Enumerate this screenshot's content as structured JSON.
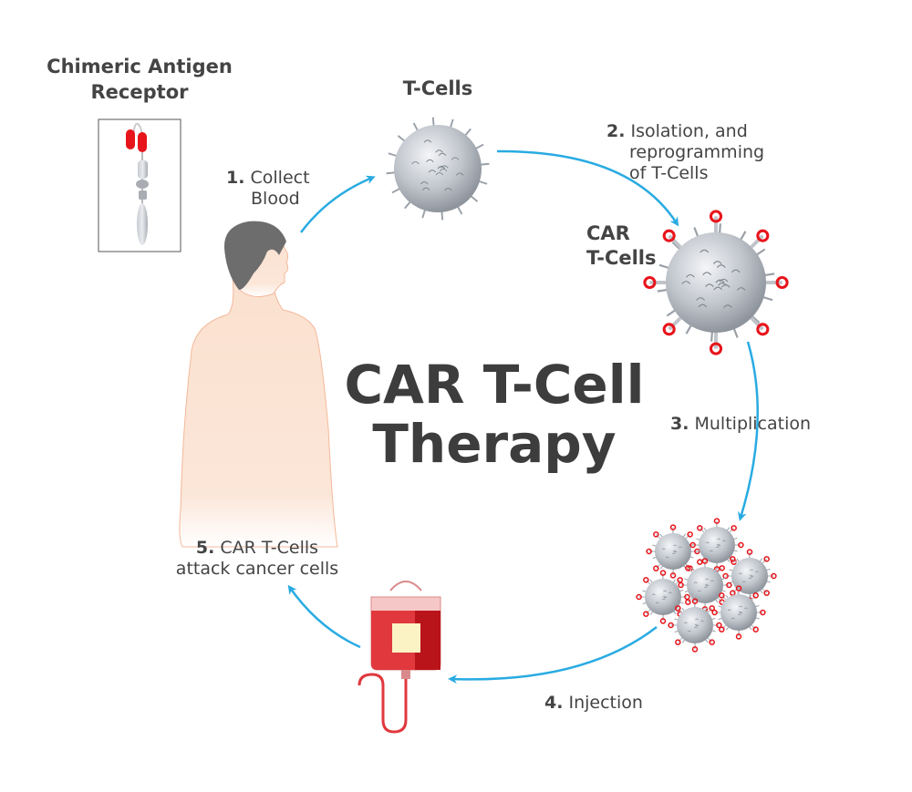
{
  "receptor": {
    "line1": "Chimeric Antigen",
    "line2": "Receptor"
  },
  "tcells_label": "T-Cells",
  "car_tcells_label": {
    "line1": "CAR",
    "line2": "T-Cells"
  },
  "title": {
    "line1": "CAR T-Cell",
    "line2": "Therapy"
  },
  "steps": [
    {
      "num": "1.",
      "lines": [
        "Collect",
        "Blood"
      ]
    },
    {
      "num": "2.",
      "lines": [
        "Isolation, and",
        "reprogramming",
        "of T-Cells"
      ]
    },
    {
      "num": "3.",
      "lines": [
        "Multiplication"
      ]
    },
    {
      "num": "4.",
      "lines": [
        "Injection"
      ]
    },
    {
      "num": "5.",
      "lines": [
        "CAR T-Cells",
        "attack cancer cells"
      ]
    }
  ],
  "colors": {
    "arrow": "#29abe2",
    "receptor": "#e8141b",
    "cell": "#b9bec5",
    "skin": "#fbe3d3",
    "hair": "#6d6d6d",
    "bag": "#d9282e"
  }
}
